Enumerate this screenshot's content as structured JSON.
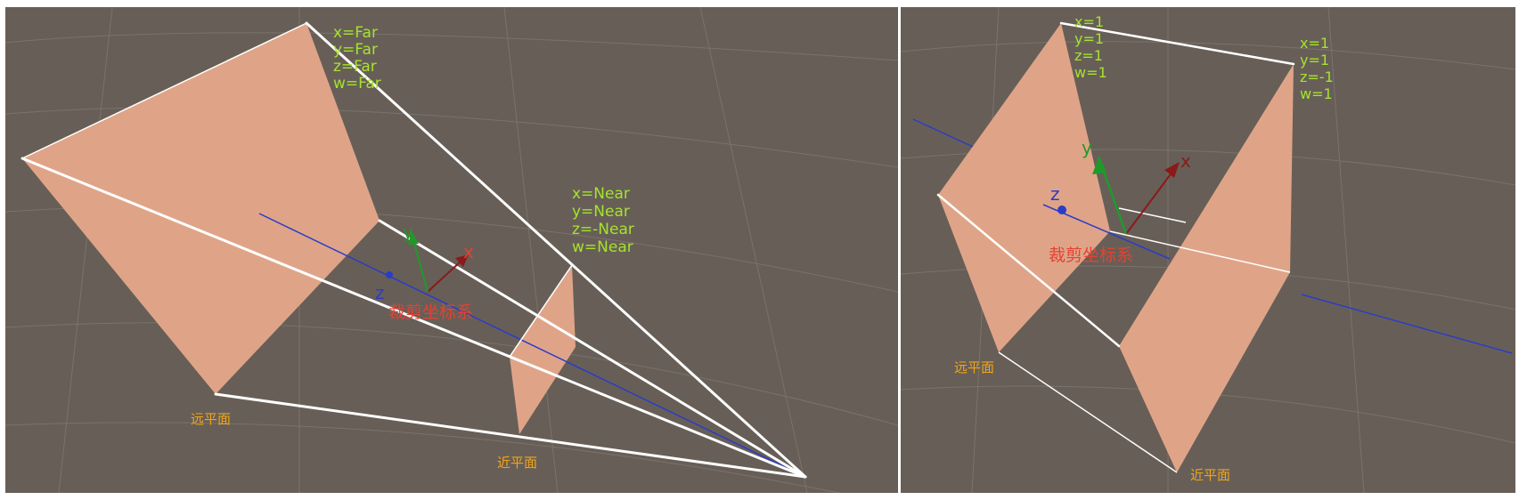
{
  "left": {
    "far_corner": [
      "x=Far",
      "y=Far",
      "z=Far",
      "w=Far"
    ],
    "near_corner": [
      "x=Near",
      "y=Near",
      "z=-Near",
      "w=Near"
    ],
    "far_plane_label": "远平面",
    "near_plane_label": "近平面",
    "system_label": "裁剪坐标系",
    "axis_x": "x",
    "axis_y": "y",
    "axis_z": "z"
  },
  "right": {
    "far_corner": [
      "x=1",
      "y=1",
      "z=1",
      "w=1"
    ],
    "near_corner": [
      "x=1",
      "y=1",
      "z=-1",
      "w=1"
    ],
    "far_plane_label": "远平面",
    "near_plane_label": "近平面",
    "system_label": "裁剪坐标系",
    "axis_x": "x",
    "axis_y": "y",
    "axis_z": "z"
  },
  "colors": {
    "background": "#675f57",
    "plane_fill": "#dfa488",
    "edge": "#ffffff",
    "coord_text": "#a6e22e",
    "plane_text": "#f0a418",
    "system_text": "#e34234",
    "axis_x": "#8b1a1a",
    "axis_y": "#1f9a2a",
    "axis_z": "#2b3cc8"
  }
}
